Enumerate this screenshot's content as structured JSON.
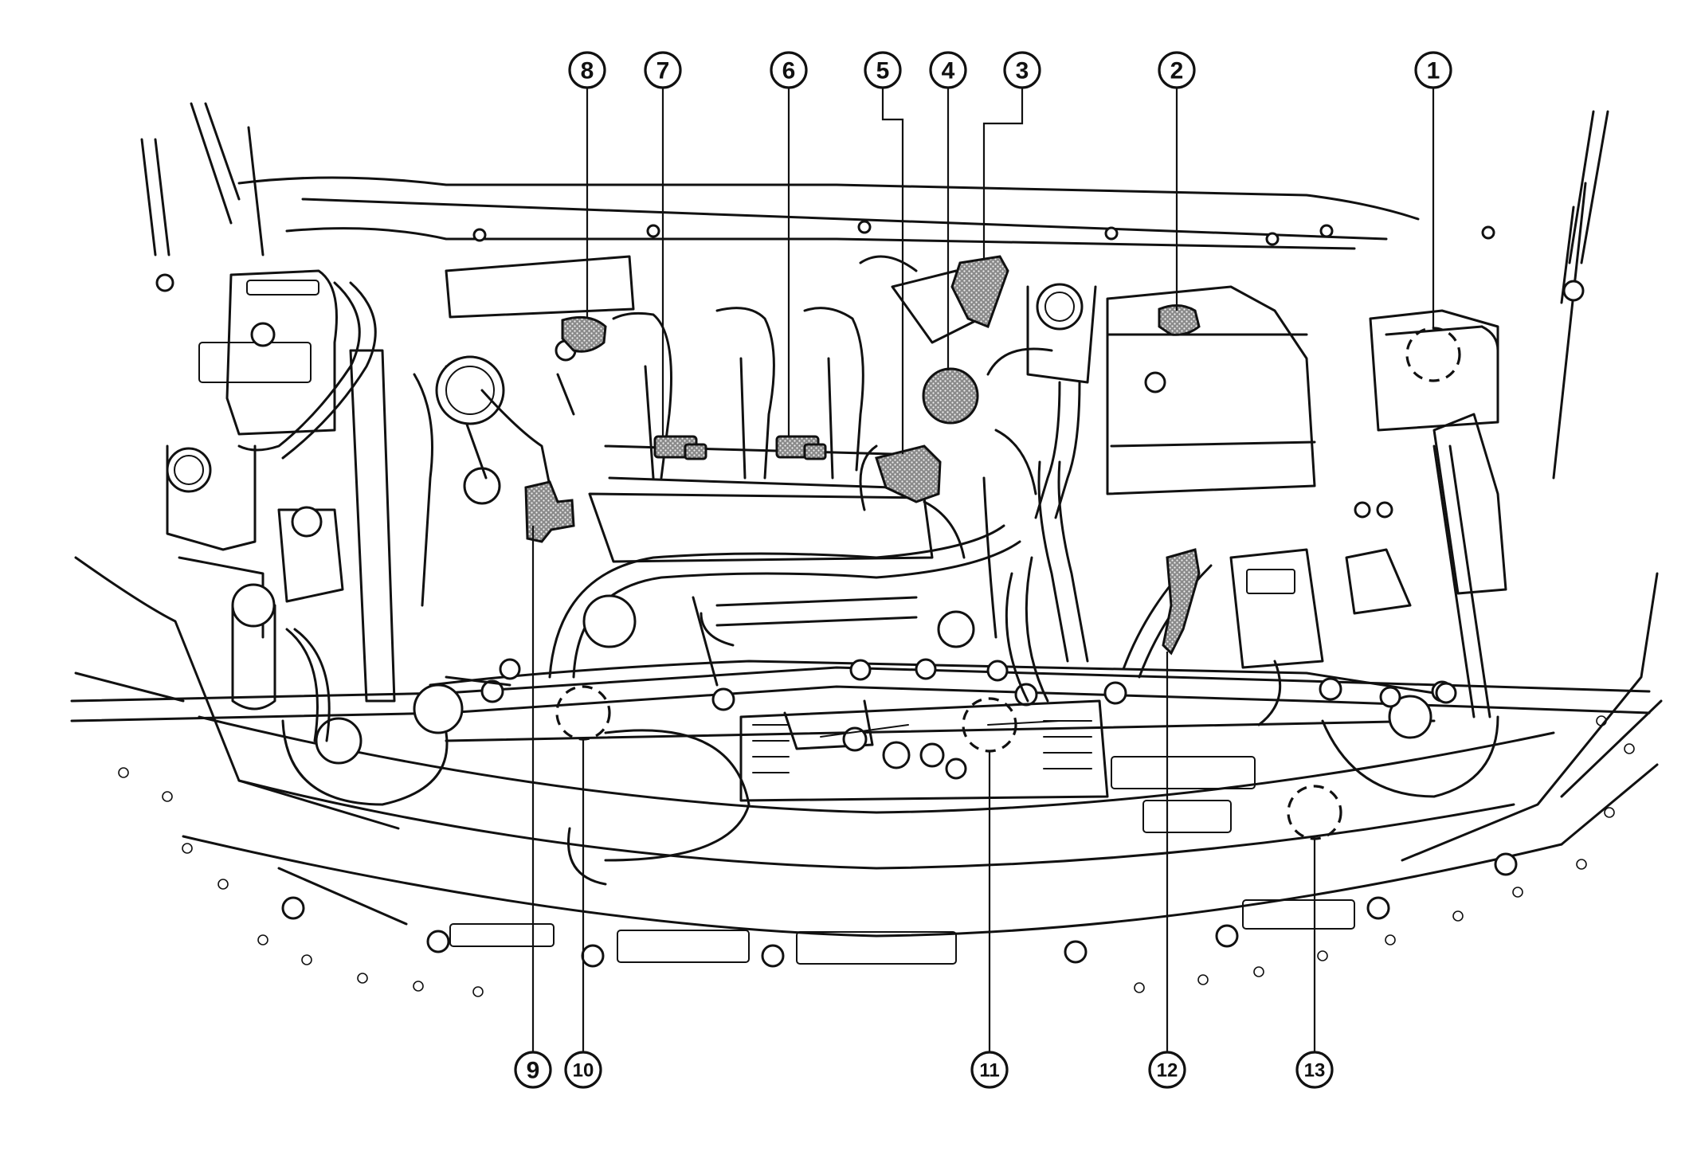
{
  "callouts": [
    {
      "id": 1,
      "label": "1"
    },
    {
      "id": 2,
      "label": "2"
    },
    {
      "id": 3,
      "label": "3"
    },
    {
      "id": 4,
      "label": "4"
    },
    {
      "id": 5,
      "label": "5"
    },
    {
      "id": 6,
      "label": "6"
    },
    {
      "id": 7,
      "label": "7"
    },
    {
      "id": 8,
      "label": "8"
    },
    {
      "id": 9,
      "label": "9"
    },
    {
      "id": 10,
      "label": "10"
    },
    {
      "id": 11,
      "label": "11"
    },
    {
      "id": 12,
      "label": "12"
    },
    {
      "id": 13,
      "label": "13"
    }
  ],
  "hidden_locations": [
    1,
    10,
    11,
    13
  ],
  "stippled_components": [
    2,
    3,
    4,
    5,
    6,
    7,
    8,
    9,
    12
  ]
}
